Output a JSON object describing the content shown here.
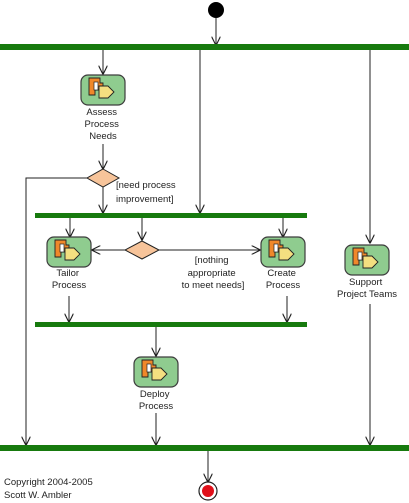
{
  "colors": {
    "bar": "#177a0e",
    "activity_fill": "#8fcc8f",
    "decision_fill": "#f7c49a",
    "icon_person": "#f0882a",
    "icon_doc": "#f4df80"
  },
  "activities": {
    "assess": {
      "lines": [
        "Assess",
        "Process",
        "Needs"
      ],
      "icon": "process-icon"
    },
    "tailor": {
      "lines": [
        "Tailor",
        "Process"
      ],
      "icon": "process-icon"
    },
    "create": {
      "lines": [
        "Create",
        "Process"
      ],
      "icon": "process-icon"
    },
    "support": {
      "lines": [
        "Support",
        "Project Teams"
      ],
      "icon": "process-icon"
    },
    "deploy": {
      "lines": [
        "Deploy",
        "Process"
      ],
      "icon": "process-icon"
    }
  },
  "guards": {
    "need_improvement": [
      "[need process",
      "improvement]"
    ],
    "nothing_appropriate": [
      "[nothing",
      "appropriate",
      "to meet needs]"
    ]
  },
  "copyright": [
    "Copyright 2004-2005",
    "Scott W. Ambler"
  ]
}
